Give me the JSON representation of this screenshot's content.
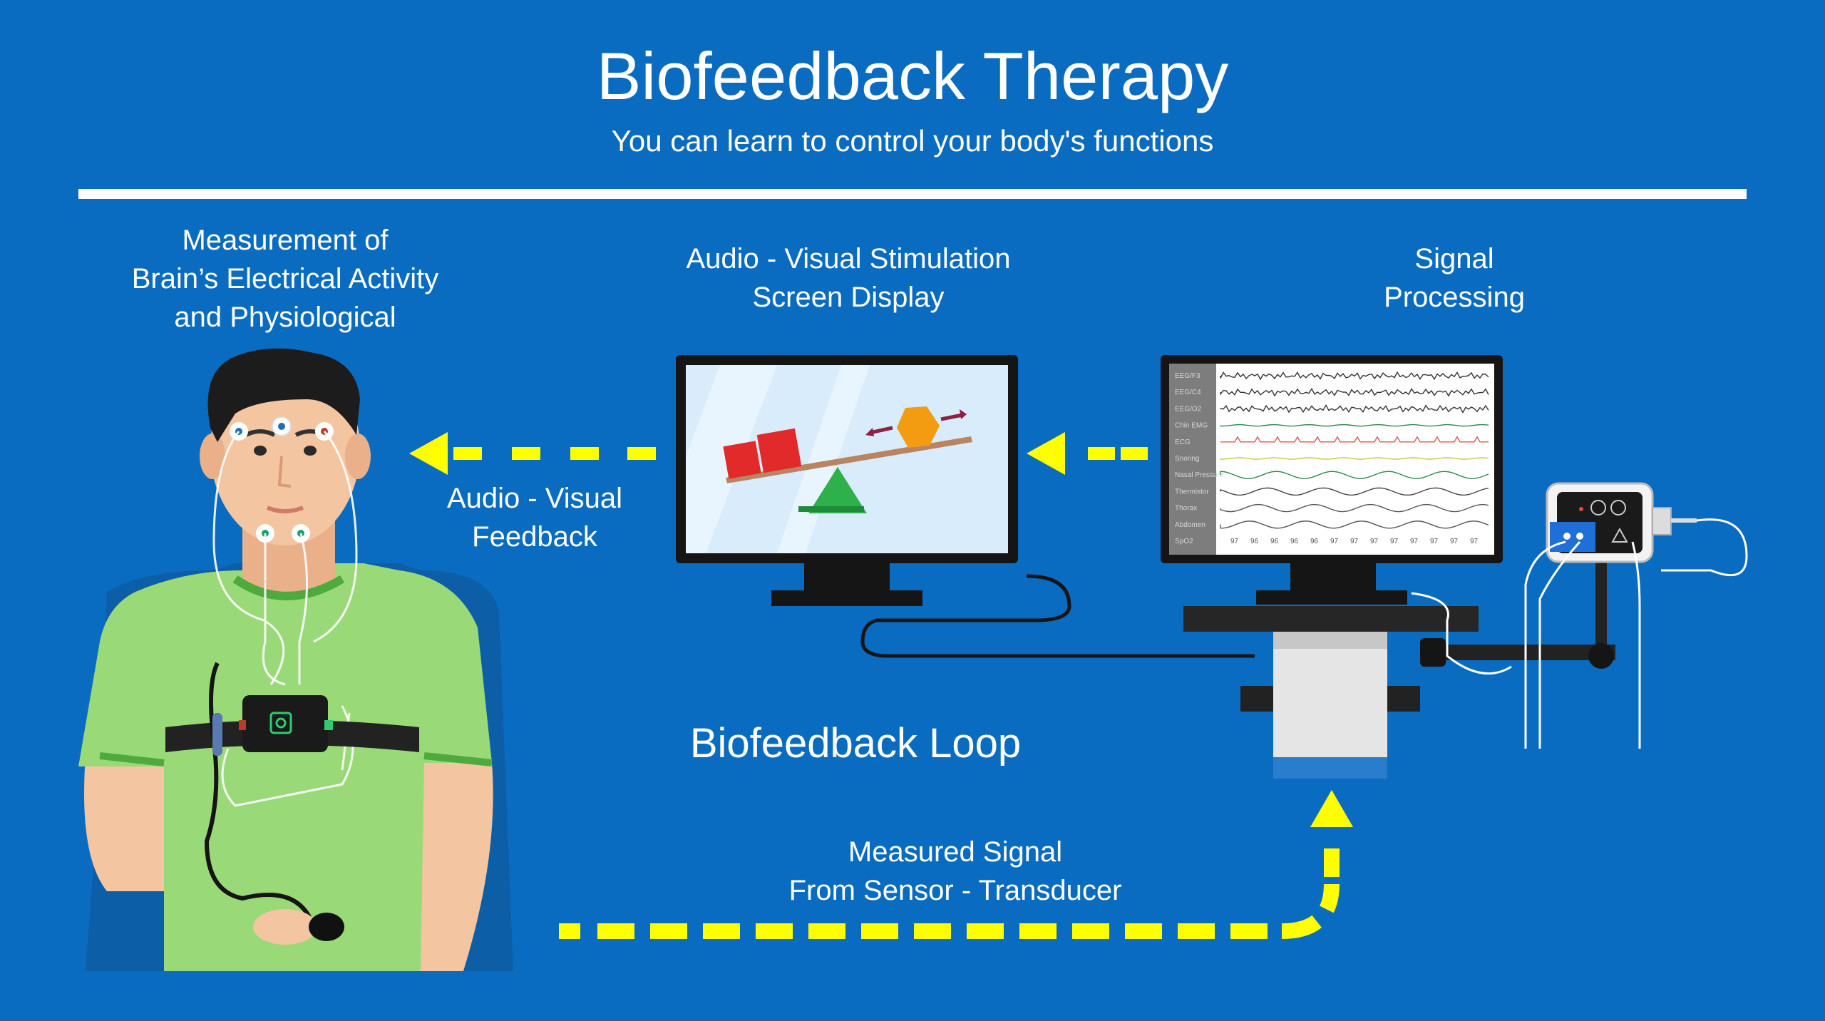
{
  "header": {
    "title": "Biofeedback Therapy",
    "subtitle": "You can learn to control your body's functions"
  },
  "labels": {
    "measurement": [
      "Measurement of",
      "Brain’s Electrical Activity",
      "and Physiological"
    ],
    "stimulation": [
      "Audio - Visual Stimulation",
      "Screen Display"
    ],
    "signal_processing": [
      "Signal",
      "Processing"
    ],
    "feedback": [
      "Audio - Visual",
      "Feedback"
    ],
    "loop": "Biofeedback Loop",
    "measured_signal": [
      "Measured Signal",
      "From Sensor - Transducer"
    ]
  },
  "monitor_channels": [
    "EEG/F3",
    "EEG/C4",
    "EEG/O2",
    "Chin EMG",
    "ECG",
    "Snoring",
    "Nasal Pressure",
    "Thermistor",
    "Thorax",
    "Abdomen",
    "SpO2"
  ],
  "spo2_values": [
    "97",
    "96",
    "96",
    "96",
    "96",
    "97",
    "97",
    "97",
    "97",
    "97",
    "97",
    "97",
    "97"
  ],
  "colors": {
    "background": "#0a6cc0",
    "arrow": "#ffff00",
    "shirt": "#9ad978",
    "text": "#ffffff"
  }
}
